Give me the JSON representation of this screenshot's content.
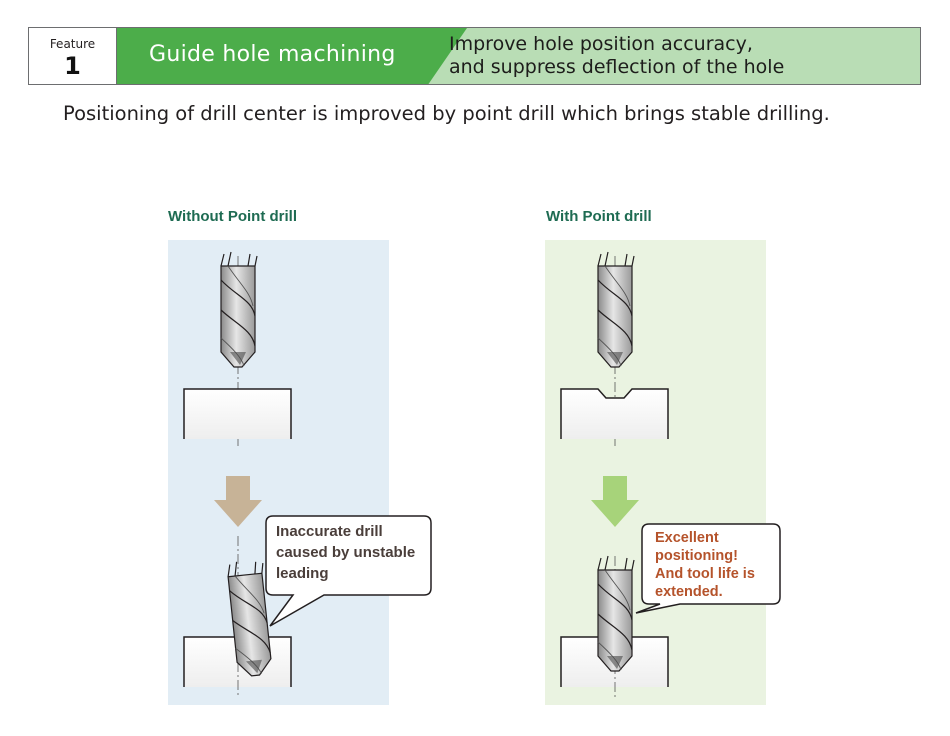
{
  "banner": {
    "feature_label": "Feature",
    "feature_number": "1",
    "title": "Guide hole machining",
    "subtitle_line1": "Improve hole position accuracy,",
    "subtitle_line2": "and suppress deflection of the hole"
  },
  "description": "Positioning of drill center is improved by point drill which brings stable drilling.",
  "left_panel": {
    "title": "Without Point drill",
    "callout_line1": "Inaccurate drill",
    "callout_line2": "caused by unstable",
    "callout_line3": "leading"
  },
  "right_panel": {
    "title": "With Point drill",
    "callout_line1": "Excellent",
    "callout_line2": "positioning!",
    "callout_line3": "And tool life is",
    "callout_line4": "extended."
  },
  "colors": {
    "banner_green": "#4cad4a",
    "banner_light_green": "#b9ddb5",
    "left_panel_bg": "#e2edf5",
    "right_panel_bg": "#eaf3e1",
    "left_arrow": "#c7b397",
    "right_arrow": "#a7d37a",
    "panel_title": "#1e6b52",
    "callout_left_text": "#4a3e3a",
    "callout_right_text": "#b5532b"
  },
  "icons": [
    "drill-icon",
    "workpiece-icon",
    "down-arrow-icon",
    "speech-bubble-icon"
  ]
}
